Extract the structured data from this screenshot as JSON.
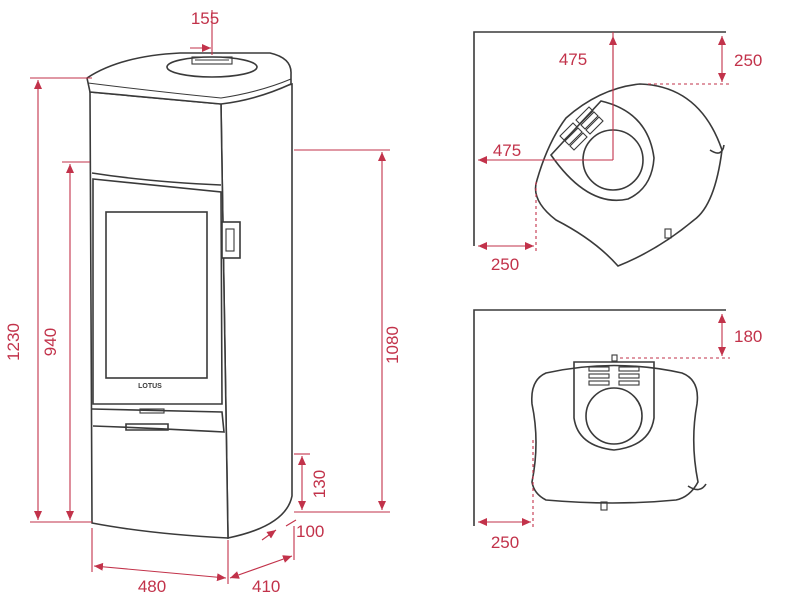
{
  "colors": {
    "dimension": "#c2324a",
    "outline": "#3a3a3a",
    "background": "#ffffff"
  },
  "front_view": {
    "brand": "LOTUS",
    "dims": {
      "top_outlet": "155",
      "total_height": "1230",
      "door_height": "940",
      "outlet_height": "1080",
      "bottom_height": "130",
      "rear_offset": "100",
      "width": "480",
      "depth": "410"
    }
  },
  "corner_view": {
    "dims": {
      "outlet_x": "475",
      "outlet_y": "475",
      "wall_y": "250",
      "wall_x": "250"
    }
  },
  "wall_view": {
    "dims": {
      "wall_y": "180",
      "wall_x": "250"
    }
  }
}
